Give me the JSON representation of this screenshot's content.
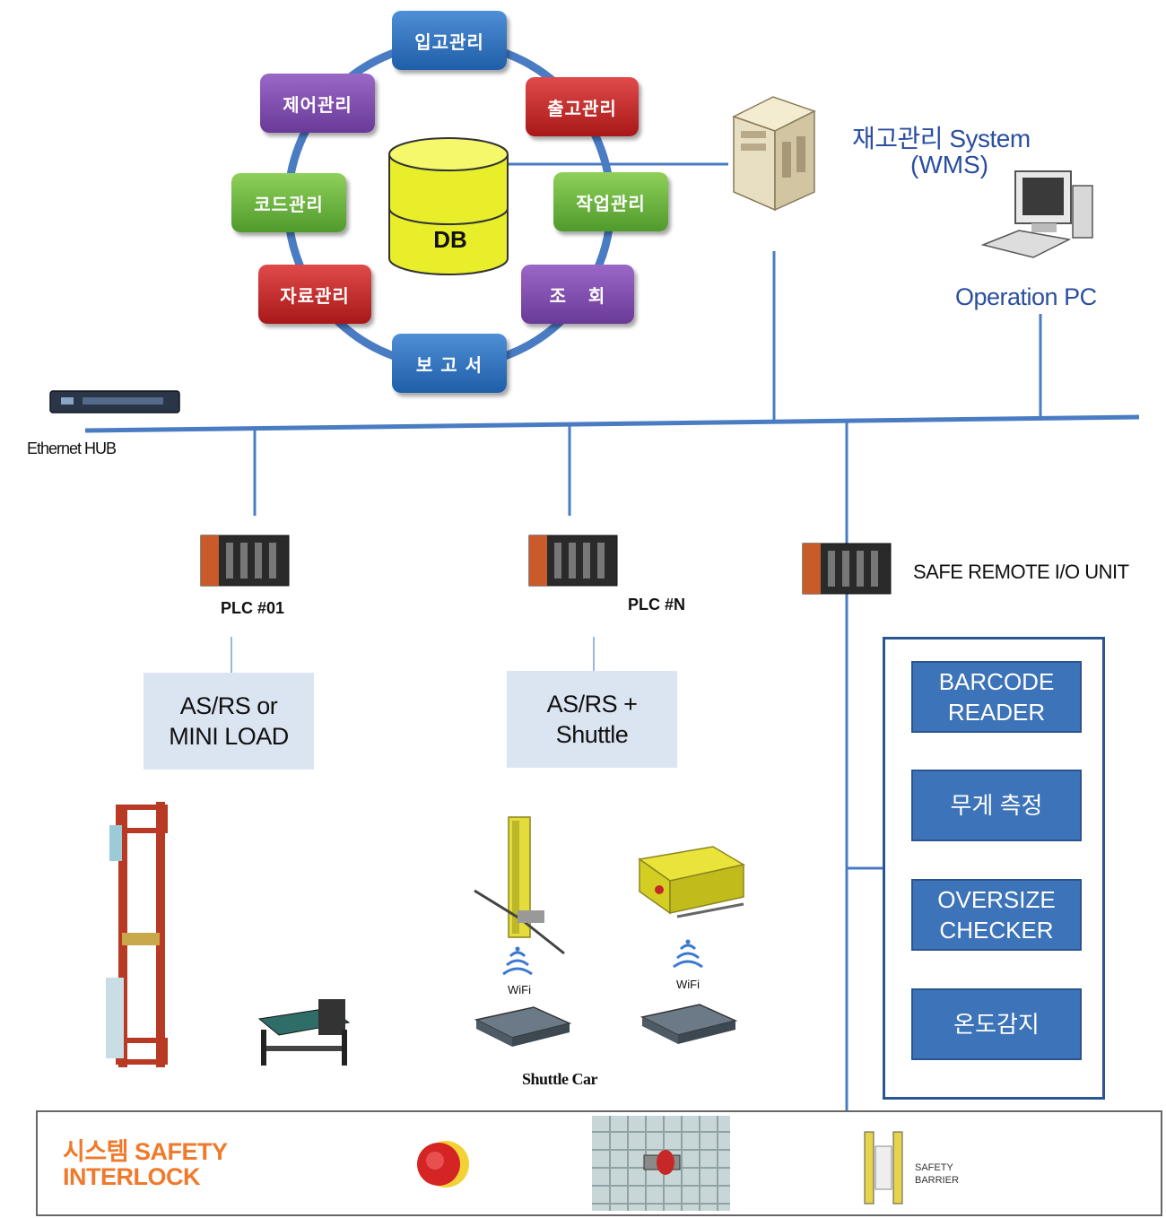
{
  "wms": {
    "db_label": "DB",
    "modules": [
      "입고관리",
      "출고관리",
      "작업관리",
      "조   회",
      "보 고 서",
      "자료관리",
      "코드관리",
      "제어관리"
    ],
    "title_line1": "재고관리 System",
    "title_line2": "(WMS)",
    "operation_pc": "Operation PC"
  },
  "network": {
    "hub_label": "Ethernet HUB"
  },
  "controllers": {
    "plc1": "PLC #01",
    "plcn": "PLC #N",
    "safe_io": "SAFE REMOTE I/O UNIT"
  },
  "systems": {
    "asrs_mini_line1": "AS/RS or",
    "asrs_mini_line2": "MINI LOAD",
    "asrs_shuttle_line1": "AS/RS +",
    "asrs_shuttle_line2": "Shuttle",
    "wifi1": "WiFi",
    "wifi2": "WiFi",
    "shuttle_car": "Shuttle Car"
  },
  "sensors": [
    {
      "line1": "BARCODE",
      "line2": "READER"
    },
    {
      "line1": "무게 측정",
      "line2": ""
    },
    {
      "line1": "OVERSIZE",
      "line2": "CHECKER"
    },
    {
      "line1": "온도감지",
      "line2": ""
    }
  ],
  "safety": {
    "title_line1": "시스템 SAFETY",
    "title_line2": "INTERLOCK",
    "barrier_line1": "SAFETY",
    "barrier_line2": "BARRIER"
  },
  "colors": {
    "wire": "#4a7cc4",
    "safety_orange": "#f07a2c",
    "navy_text": "#2a4ea0",
    "system_box": "#dbe5f1",
    "sensor_box": "#3d73b8"
  }
}
